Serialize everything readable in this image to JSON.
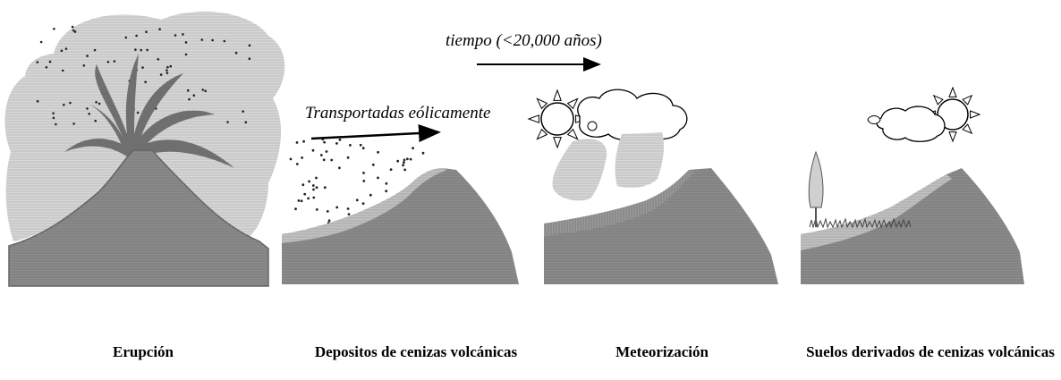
{
  "annotations": {
    "time_arrow": "tiempo (<20,000 años)",
    "wind_arrow": "Transportadas eólicamente"
  },
  "stages": [
    {
      "label": "Erupción"
    },
    {
      "label": "Depositos de cenizas volcánicas"
    },
    {
      "label": "Meteorización"
    },
    {
      "label": "Suelos derivados de cenizas volcánicas"
    }
  ],
  "colors": {
    "mountain": "#8a8a8a",
    "mountain_edge": "#6e6e6e",
    "ash_cloud": "#d6d6d6",
    "plume": "#707070",
    "ash_layer": "#b4b4b4",
    "weathered_layer": "#9c9c9c",
    "soil_layer": "#c8c8c8"
  }
}
